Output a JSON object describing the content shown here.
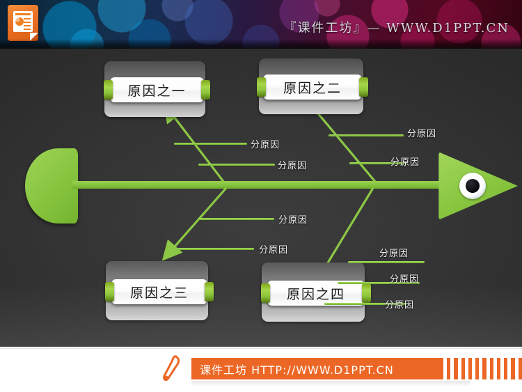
{
  "banner": {
    "title": "『课件工坊』— WWW.D1PPT.CN",
    "logo_icon": "powerpoint-icon"
  },
  "diagram": {
    "type": "fishbone-ishikawa",
    "spine_color": "#86c440",
    "background_color": "#343434",
    "causes": [
      {
        "id": "cause-1",
        "label": "原因之一",
        "position": "top-left"
      },
      {
        "id": "cause-2",
        "label": "原因之二",
        "position": "top-right"
      },
      {
        "id": "cause-3",
        "label": "原因之三",
        "position": "bottom-left"
      },
      {
        "id": "cause-4",
        "label": "原因之四",
        "position": "bottom-right"
      }
    ],
    "sub_causes": [
      {
        "id": "sub-1",
        "label": "分原因",
        "branch": "cause-1"
      },
      {
        "id": "sub-2",
        "label": "分原因",
        "branch": "cause-1"
      },
      {
        "id": "sub-3",
        "label": "分原因",
        "branch": "cause-2"
      },
      {
        "id": "sub-4",
        "label": "分原因",
        "branch": "cause-2"
      },
      {
        "id": "sub-5",
        "label": "分原因",
        "branch": "cause-3"
      },
      {
        "id": "sub-6",
        "label": "分原因",
        "branch": "cause-3"
      },
      {
        "id": "sub-7",
        "label": "分原因",
        "branch": "cause-4"
      },
      {
        "id": "sub-8",
        "label": "分原因",
        "branch": "cause-4"
      },
      {
        "id": "sub-9",
        "label": "分原因",
        "branch": "cause-4"
      }
    ],
    "fish_head": {
      "icon": "fish-head-icon",
      "eye": "fish-eye-icon"
    },
    "fish_tail": {
      "icon": "fish-tail-icon"
    }
  },
  "footer": {
    "text": "课件工坊 HTTP://WWW.D1PPT.CN",
    "accent_color": "#ec6725",
    "pen_icon": "pen-icon",
    "stripe_count": 11
  }
}
